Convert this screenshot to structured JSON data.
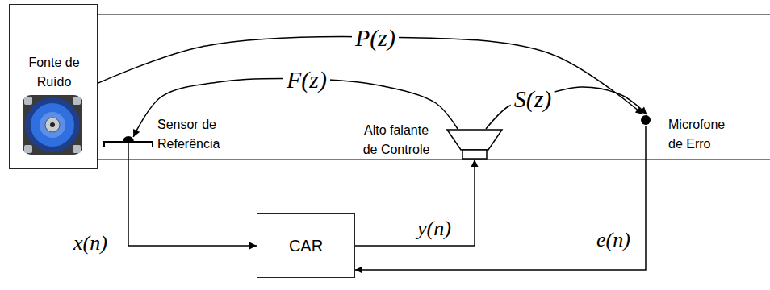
{
  "diagram": {
    "nodes": [
      {
        "text": [
          "Fonte de Ruído"
        ]
      },
      {
        "text": [
          "Sensor de Referência"
        ]
      },
      {
        "text": [
          "Alto falante de Controle"
        ]
      },
      {
        "text": [
          "Microfone de Erro"
        ]
      },
      {
        "text": [
          "CAR"
        ]
      }
    ],
    "edges": [
      {
        "from": 0,
        "to": 3,
        "arrow": "to",
        "label": "P(z)"
      },
      {
        "from": 2,
        "to": 1,
        "arrow": "to",
        "label": "F(z)"
      },
      {
        "from": 2,
        "to": 3,
        "arrow": "to",
        "label": "S(z)"
      },
      {
        "from": 1,
        "to": 4,
        "arrow": "to",
        "label": "x(n)"
      },
      {
        "from": 4,
        "to": 2,
        "arrow": "to",
        "label": "y(n)"
      },
      {
        "from": 3,
        "to": 4,
        "arrow": "to",
        "label": "e(n)"
      }
    ]
  }
}
